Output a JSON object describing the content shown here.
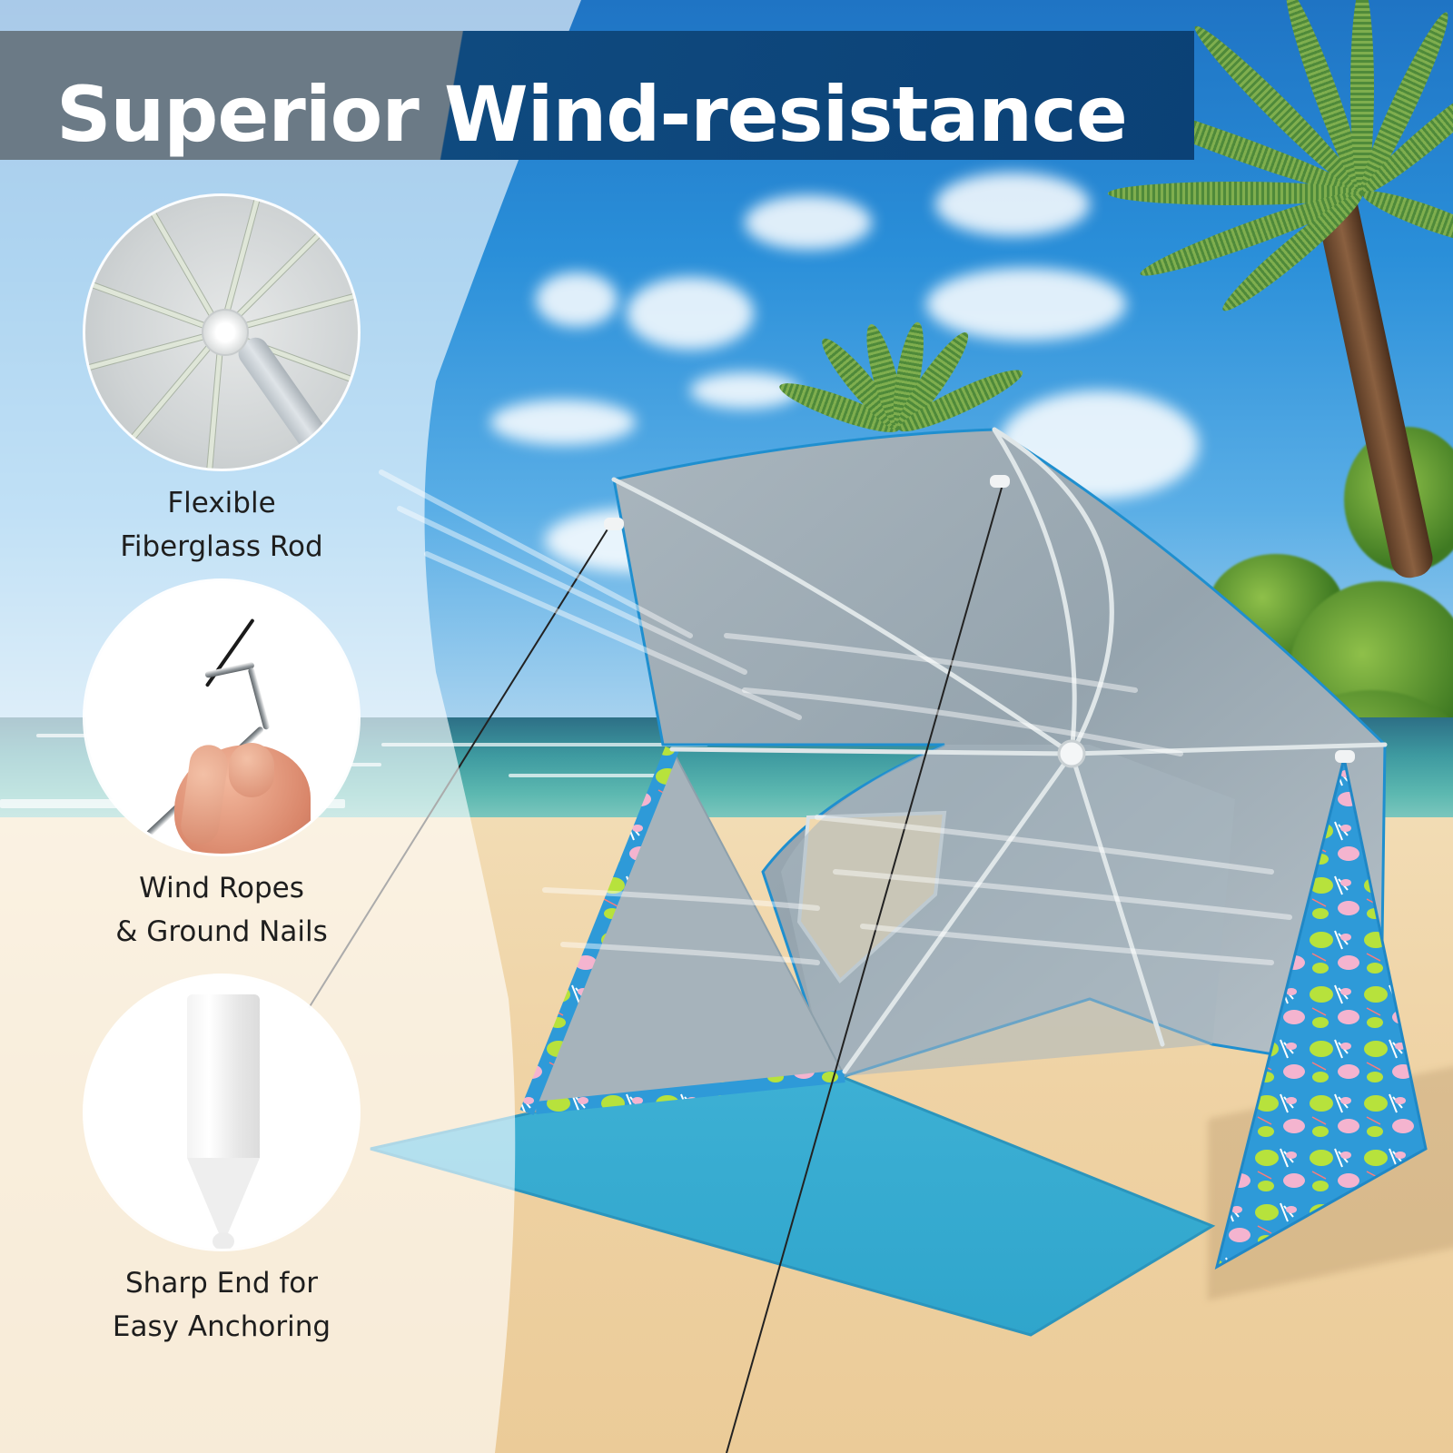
{
  "banner": {
    "title": "Superior Wind-resistance",
    "colors": {
      "left_band": "#6b7a86",
      "right_band": "#0f4a7f",
      "text": "#ffffff"
    }
  },
  "features": [
    {
      "icon": "umbrella-ribs-icon",
      "line1": "Flexible",
      "line2": "Fiberglass Rod"
    },
    {
      "icon": "wind-rope-stake-icon",
      "line1": "Wind Ropes",
      "line2": "& Ground Nails"
    },
    {
      "icon": "sharp-peg-icon",
      "line1": "Sharp End for",
      "line2": "Easy Anchoring"
    }
  ],
  "scene": {
    "description": "Beach sun-shelter tent with tropical print side panels and turquoise floor on sandy beach with palm trees and ocean",
    "colors": {
      "sky": "#2a8fd9",
      "ocean": "#3e9aa0",
      "sand": "#efd3a5",
      "tent_canopy": "#9fadb6",
      "tent_floor": "#3fb6d8",
      "tent_print_base": "#2e9ad8",
      "tent_print_leaf": "#b7e23c",
      "tent_print_flower": "#f4b4cf"
    }
  }
}
